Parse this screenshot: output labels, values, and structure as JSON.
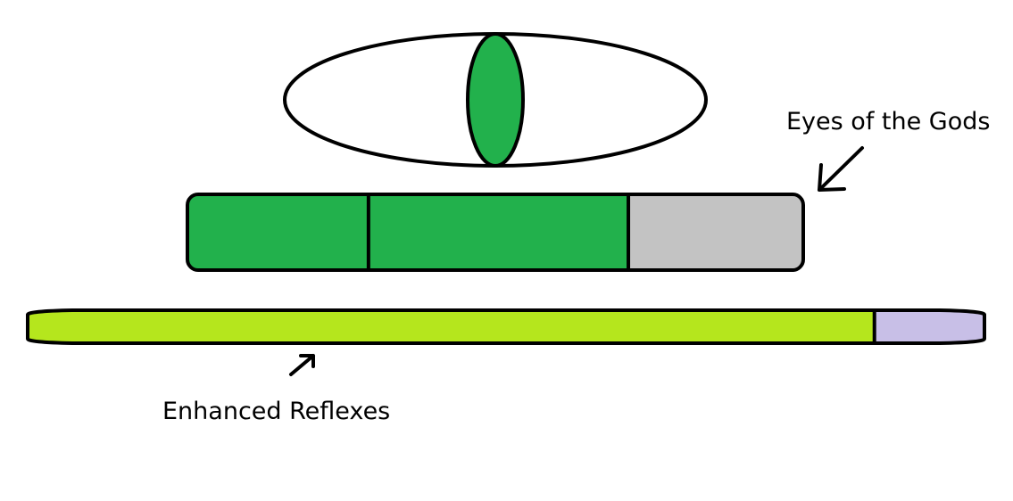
{
  "diagram": {
    "eye": {
      "name": "eye",
      "sclera_color": "#ffffff",
      "pupil_color": "#22b14c",
      "outline_color": "#000000"
    },
    "bars": [
      {
        "name": "eyes-of-the-gods-bar",
        "segments": [
          {
            "label": "segment-1",
            "color": "#22b14c",
            "fraction": 0.294
          },
          {
            "label": "segment-2",
            "color": "#22b14c",
            "fraction": 0.422
          },
          {
            "label": "segment-3",
            "color": "#c3c3c3",
            "fraction": 0.284
          }
        ]
      },
      {
        "name": "enhanced-reflexes-bar",
        "segments": [
          {
            "label": "filled",
            "color": "#b5e61d",
            "fraction": 0.885
          },
          {
            "label": "remaining",
            "color": "#c8bfe7",
            "fraction": 0.115
          }
        ]
      }
    ],
    "annotations": [
      {
        "text": "Eyes of the Gods",
        "points_to": "eyes-of-the-gods-bar"
      },
      {
        "text": "Enhanced Reflexes",
        "points_to": "enhanced-reflexes-bar"
      }
    ]
  }
}
